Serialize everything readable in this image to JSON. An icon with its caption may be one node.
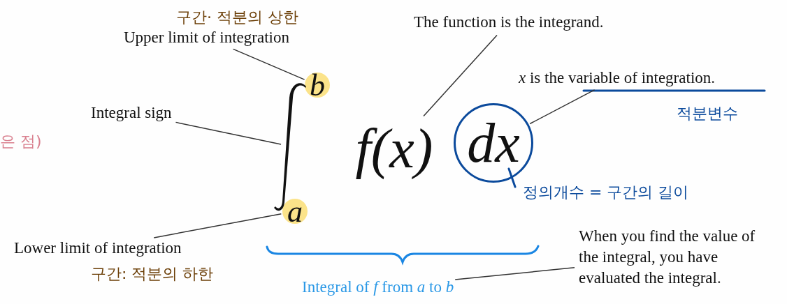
{
  "diagram": {
    "nodes": [
      {
        "text": [
          "Upper limit of integration"
        ],
        "beside": [
          "구간· 적분의 상한"
        ]
      },
      {
        "text": [
          "The function is the integrand."
        ]
      },
      {
        "text": [
          "Integral sign"
        ]
      },
      {
        "text": [
          "*x* is the variable of integration."
        ],
        "beside": [
          "적분변수"
        ]
      },
      {
        "text": [
          "b"
        ]
      },
      {
        "text": [
          "f(x)"
        ]
      },
      {
        "text": [
          "dx"
        ],
        "beside": [
          "정의개수 = 구간의 길이"
        ]
      },
      {
        "text": [
          "a"
        ]
      },
      {
        "text": [
          "Lower limit of integration"
        ],
        "beside": [
          "구간: 적분의 하한"
        ]
      },
      {
        "text": [
          "Integral of *f* from *a* to *b*"
        ]
      },
      {
        "text": [
          "When you find the value of the integral, you have evaluated the integral."
        ]
      },
      {
        "text": [],
        "shape": "symbol"
      }
    ],
    "edges": [
      {
        "from": 0,
        "to": 4,
        "arrow": "none"
      },
      {
        "from": 2,
        "to": 11,
        "arrow": "none"
      },
      {
        "from": 1,
        "to": 5,
        "arrow": "none"
      },
      {
        "from": 3,
        "to": 6,
        "arrow": "none"
      },
      {
        "from": 8,
        "to": 7,
        "arrow": "none"
      },
      {
        "from": 10,
        "to": 9,
        "arrow": "none"
      }
    ],
    "labels": [
      "은 점)"
    ]
  }
}
